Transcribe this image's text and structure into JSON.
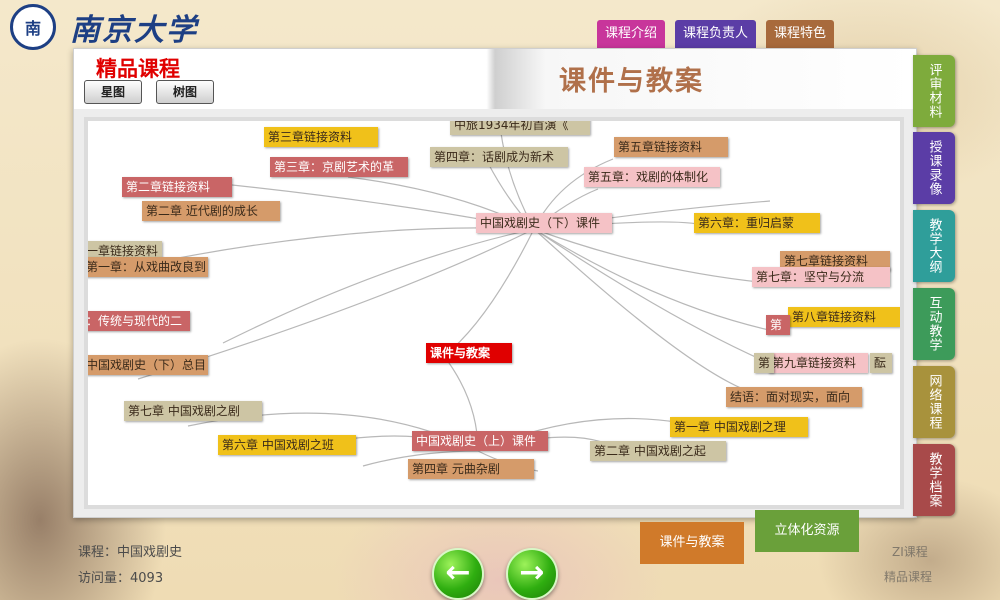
{
  "brand": {
    "seal_text": "南",
    "name": "南京大学"
  },
  "top_tabs": [
    {
      "label": "课程介绍",
      "color": "#c8359b"
    },
    {
      "label": "课程负责人",
      "color": "#5b3da6"
    },
    {
      "label": "课程特色",
      "color": "#a86a3c"
    }
  ],
  "panel": {
    "badge": "精品课程",
    "view_buttons": [
      "星图",
      "树图"
    ],
    "title": "课件与教案"
  },
  "mindmap": {
    "nodes": [
      {
        "id": "n1",
        "label": "中旅1934年初首演《",
        "bg": "#cdc5a4"
      },
      {
        "id": "n2",
        "label": "第三章链接资料",
        "bg": "#f0c11a"
      },
      {
        "id": "n3",
        "label": "第三章：京剧艺术的革",
        "bg": "#c96566"
      },
      {
        "id": "n4",
        "label": "第四章：话剧成为新术",
        "bg": "#cdc5a4"
      },
      {
        "id": "n5",
        "label": "第五章链接资料",
        "bg": "#d59b6a"
      },
      {
        "id": "n6",
        "label": "第五章：戏剧的体制化",
        "bg": "#f5c2c6"
      },
      {
        "id": "n7",
        "label": "第二章链接资料",
        "bg": "#c96566"
      },
      {
        "id": "n8",
        "label": "第二章 近代剧的成长",
        "bg": "#d59b6a"
      },
      {
        "id": "n9",
        "label": "中国戏剧史（下）课件",
        "bg": "#f5c2c6"
      },
      {
        "id": "n10",
        "label": "第六章：重归启蒙",
        "bg": "#f0c11a"
      },
      {
        "id": "n11",
        "label": "一章链接资料",
        "bg": "#cdc5a4"
      },
      {
        "id": "n12",
        "label": "第一章：从戏曲改良到",
        "bg": "#d59b6a"
      },
      {
        "id": "n13",
        "label": "第七章链接资料",
        "bg": "#d59b6a"
      },
      {
        "id": "n14",
        "label": "第七章：坚守与分流",
        "bg": "#f5c2c6"
      },
      {
        "id": "n15",
        "label": "：传统与现代的二",
        "bg": "#c96566"
      },
      {
        "id": "n16",
        "label": "第八章链接资料",
        "bg": "#f0c11a"
      },
      {
        "id": "n17",
        "label": "第",
        "bg": "#c96566"
      },
      {
        "id": "n18",
        "label": "中国戏剧史（下）总目",
        "bg": "#d59b6a"
      },
      {
        "id": "n19",
        "label": "课件与教案",
        "bg": "#e00000"
      },
      {
        "id": "n20",
        "label": "第九章链接资料",
        "bg": "#f5c2c6"
      },
      {
        "id": "n21",
        "label": "第",
        "bg": "#cdc5a4"
      },
      {
        "id": "n21b",
        "label": "酝",
        "bg": "#cdc5a4"
      },
      {
        "id": "n22",
        "label": "结语：面对现实，面向",
        "bg": "#d59b6a"
      },
      {
        "id": "n23",
        "label": "第七章 中国戏剧之剧",
        "bg": "#cdc5a4"
      },
      {
        "id": "n24",
        "label": "第一章 中国戏剧之理",
        "bg": "#f0c11a"
      },
      {
        "id": "n25",
        "label": "第六章 中国戏剧之班",
        "bg": "#f0c11a"
      },
      {
        "id": "n26",
        "label": "中国戏剧史（上）课件",
        "bg": "#c96566"
      },
      {
        "id": "n27",
        "label": "第二章 中国戏剧之起",
        "bg": "#cdc5a4"
      },
      {
        "id": "n28",
        "label": "第四章 元曲杂剧",
        "bg": "#d59b6a"
      }
    ]
  },
  "right_tabs": [
    {
      "label": "评审材料",
      "color": "#7eab3c"
    },
    {
      "label": "授课录像",
      "color": "#5b3da6"
    },
    {
      "label": "教学大纲",
      "color": "#2f9e9a"
    },
    {
      "label": "互动教学",
      "color": "#3d9b5a"
    },
    {
      "label": "网络课程",
      "color": "#a8923c"
    },
    {
      "label": "教学档案",
      "color": "#a84a4a"
    }
  ],
  "bottom_buttons": [
    {
      "label": "课件与教案",
      "color": "#d07a2a"
    },
    {
      "label": "立体化资源",
      "color": "#6aa03a"
    }
  ],
  "footer": {
    "course_label": "课程：",
    "course_value": "中国戏剧史",
    "visits_label": "访问量：",
    "visits_value": "4093",
    "right_text_1": "ZI课程",
    "right_text_2": "精品课程"
  },
  "nav": {
    "prev": "←",
    "next": "→"
  }
}
